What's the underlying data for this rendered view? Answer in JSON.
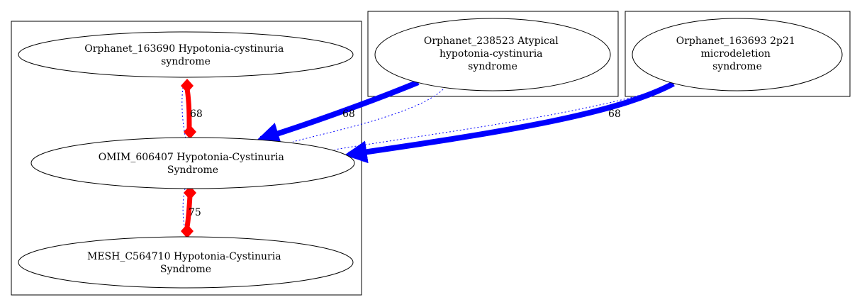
{
  "nodes": {
    "orphanet_163690": {
      "lines": [
        "Orphanet_163690 Hypotonia-cystinuria",
        "syndrome"
      ]
    },
    "omim_606407": {
      "lines": [
        "OMIM_606407 Hypotonia-Cystinuria",
        "Syndrome"
      ]
    },
    "mesh_c564710": {
      "lines": [
        "MESH_C564710 Hypotonia-Cystinuria",
        "Syndrome"
      ]
    },
    "orphanet_238523": {
      "lines": [
        "Orphanet_238523 Atypical",
        "hypotonia-cystinuria",
        "syndrome"
      ]
    },
    "orphanet_163693": {
      "lines": [
        "Orphanet_163693 2p21",
        "microdeletion",
        "syndrome"
      ]
    }
  },
  "edges": [
    {
      "from": "orphanet_163690",
      "to": "omim_606407",
      "label": "68",
      "color": "#ff0000",
      "style": "bidirectional"
    },
    {
      "from": "omim_606407",
      "to": "mesh_c564710",
      "label": "75",
      "color": "#ff0000",
      "style": "bidirectional"
    },
    {
      "from": "orphanet_238523",
      "to": "omim_606407",
      "label": "68",
      "color": "#0000ff",
      "style": "directed"
    },
    {
      "from": "orphanet_163693",
      "to": "omim_606407",
      "label": "68",
      "color": "#0000ff",
      "style": "directed"
    }
  ],
  "colors": {
    "strong_link": "#ff0000",
    "directed_link": "#0000ff",
    "dotted_link": "#0000ff",
    "outline": "#000000"
  }
}
